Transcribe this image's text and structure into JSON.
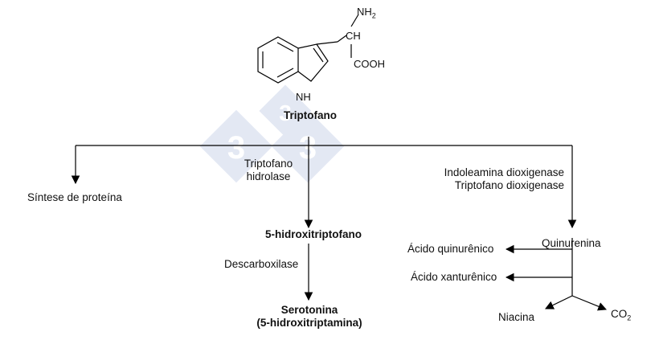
{
  "molecule": {
    "amino_group": "NH",
    "amino_subscript": "2",
    "alpha_carbon": "CH",
    "carboxyl_group": "COOH",
    "indole_nitrogen": "NH"
  },
  "nodes": {
    "tryptophan": "Triptofano",
    "protein_synthesis": "Síntese de proteína",
    "hydroxytryptophan": "5-hidroxitriptofano",
    "serotonin": "Serotonina",
    "serotonin_alt": "(5-hidroxitriptamina)",
    "kynurenine": "Quinurenina",
    "kynurenic_acid": "Ácido quinurênico",
    "xanthurenic_acid": "Ácido xanturênico",
    "niacin": "Niacina",
    "co2_main": "CO",
    "co2_subscript": "2"
  },
  "enzymes": {
    "hydroxylase_line1": "Triptofano",
    "hydroxylase_line2": "hidrolase",
    "decarboxylase": "Descarboxilase",
    "dioxygenase_1": "Indoleamina dioxigenase",
    "dioxygenase_2": "Triptofano dioxigenase"
  },
  "watermark": {
    "digits": [
      "3",
      "3",
      "3"
    ],
    "color": "#c9d2e8"
  }
}
